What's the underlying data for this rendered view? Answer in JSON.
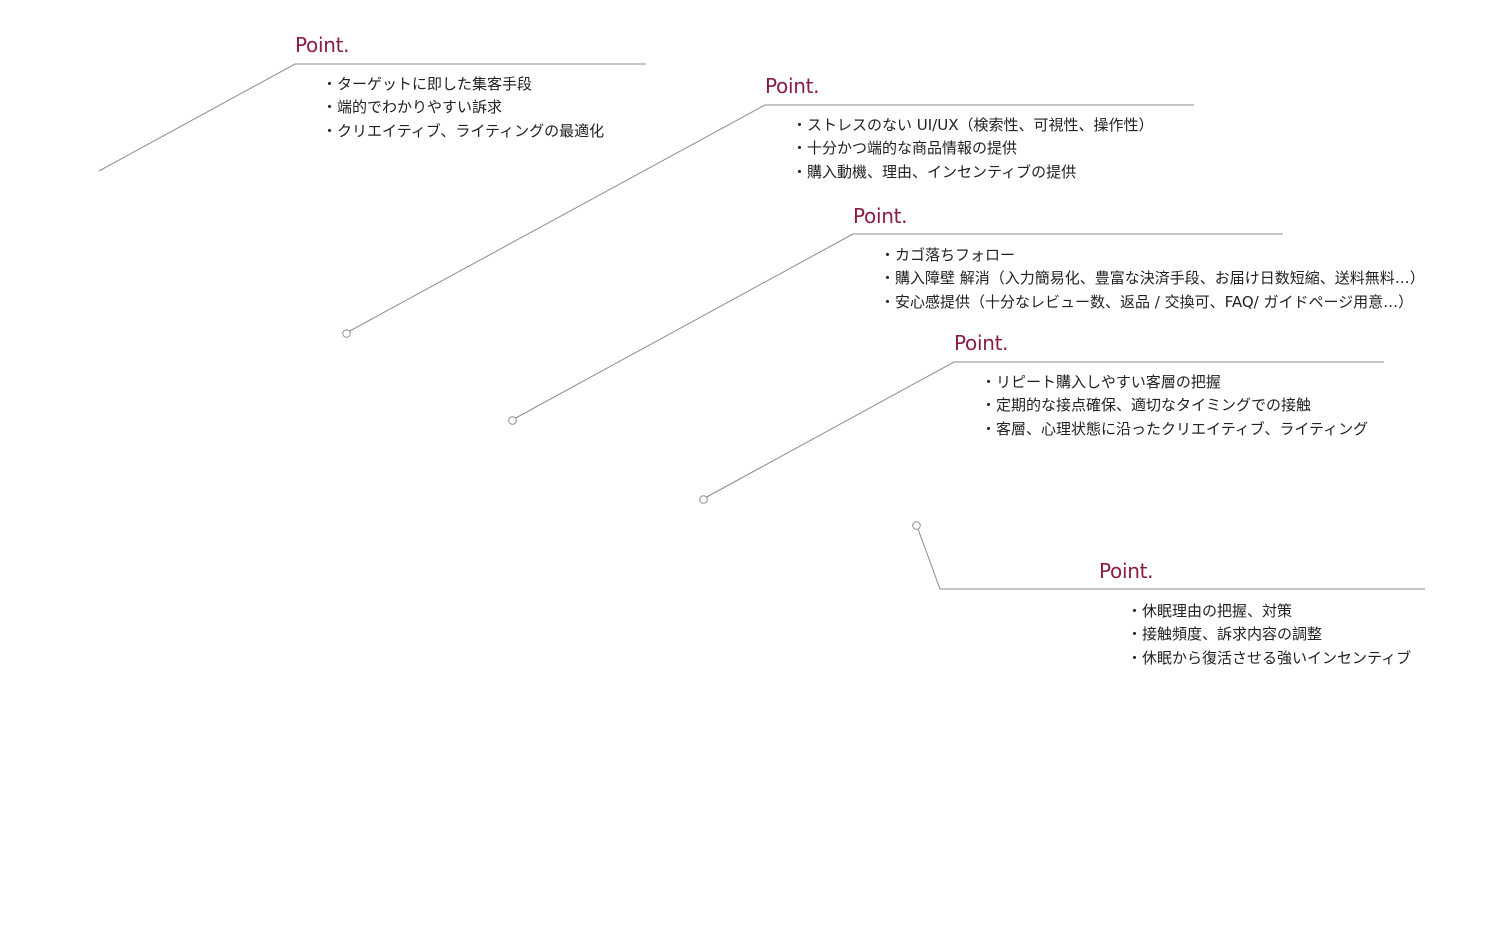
{
  "callouts": [
    {
      "title": "Point.",
      "items": [
        "・ターゲットに即した集客手段",
        "・端的でわかりやすい訴求",
        "・クリエイティブ、ライティングの最適化"
      ]
    },
    {
      "title": "Point.",
      "items": [
        "・ストレスのない UI/UX（検索性、可視性、操作性）",
        "・十分かつ端的な商品情報の提供",
        "・購入動機、理由、インセンティブの提供"
      ]
    },
    {
      "title": "Point.",
      "items": [
        "・カゴ落ちフォロー",
        "・購入障壁 解消（入力簡易化、豊富な決済手段、お届け日数短縮、送料無料…）",
        "・安心感提供（十分なレビュー数、返品 / 交換可、FAQ/ ガイドページ用意…）"
      ]
    },
    {
      "title": "Point.",
      "items": [
        "・リピート購入しやすい客層の把握",
        "・定期的な接点確保、適切なタイミングでの接触",
        "・客層、心理状態に沿ったクリエイティブ、ライティング"
      ]
    },
    {
      "title": "Point.",
      "items": [
        "・休眠理由の把握、対策",
        "・接触頻度、訴求内容の調整",
        "・休眠から復活させる強いインセンティブ"
      ]
    }
  ],
  "colors": {
    "title": "#8a1d45",
    "text": "#222222",
    "line": "#8c8c8c"
  }
}
